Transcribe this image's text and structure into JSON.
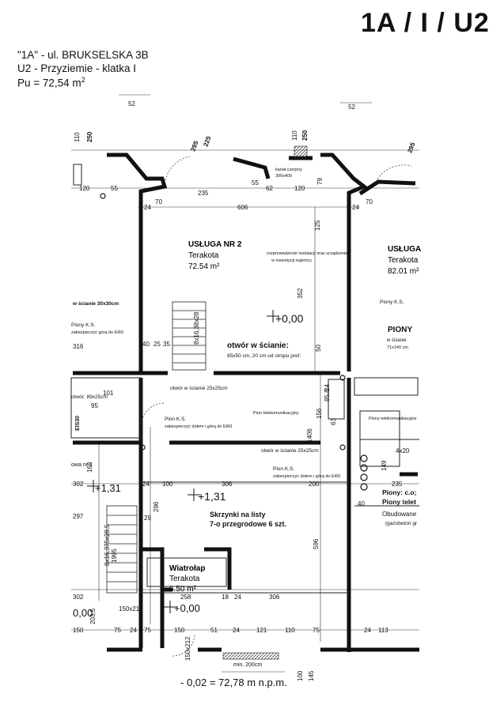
{
  "header": {
    "code": "1A / I / U2",
    "address": "\"1A\" - ul. BRUKSELSKA 3B",
    "level": "U2 - Przyziemie - klatka I",
    "area_prefix": "Pu = 72,54 m",
    "area_sup": "2"
  },
  "rooms": {
    "main_name": "USŁUGA NR 2",
    "main_floor": "Terakota",
    "main_area": "72.54 m²",
    "right_name": "USŁUGA",
    "right_floor": "Terakota",
    "right_area": "82.01 m²",
    "vest_name": "Wiatrołap",
    "vest_floor": "Terakota",
    "vest_area": "6.50 m²"
  },
  "labels": {
    "stairs": "8x16,38x28",
    "stairs2": "8x16,375x28,5",
    "lvl_main": "+0,00",
    "lvl_hall": "+1,31",
    "lvl_hall_left": "+1,31",
    "lvl_vest": "+0,00",
    "lvl_left_bottom": "0,00",
    "lvl_entry": "- 0,02 = 72,78 m n.p.m.",
    "opening_wall": "otwór w ścianie:",
    "opening_wall_sub": "85x50 cm, 20 cm od stropu pref.",
    "opening_small": "otwór w ścianie 25x25cm",
    "opening_small2": "otwór w ścianie 25x25cm",
    "mailboxes": "Skrzynki na listy",
    "mailboxes_sub": "7-o przegrodowe 6 szt.",
    "piony": "PIONY",
    "piony_ks": "Piony K.S.",
    "pion_ks": "Pion K.S.",
    "pion_ks_sub": "zabezpieczyć dołem i górą do EI60",
    "pion_ks2": "Pion K.S.",
    "pion_ks2_sub": "zabezpieczyć dołem i górą do EI60",
    "piony_tele_r": "Piony: c.o;",
    "piony_tele_r2": "Piony telet",
    "obudowane": "Obudowane",
    "obudowane_sub": "(gazobeton gr",
    "kanal": "kanał czerpny",
    "kanal_sub": "300x400",
    "left_opening": "w ścianie 30x30cm",
    "left_ks": "Piony K.S.",
    "left_ei": "zabezpieczyć górą do EI60",
    "left_89": "otwór: 89x25cm",
    "left_eis": "EIS30",
    "left_nr1": "owa nr 1",
    "min_width": "min. 200cm",
    "pion_tele": "Pion telekomunikacyjny",
    "piony_tele": "Piony telekomunikacyjne",
    "right_opening": "w ścianie",
    "right_opening_sub": "71x140 cm",
    "note1": "rozprowadzenie instalacji oraz urządzenia",
    "note2": "w inwestycji najemcy"
  },
  "dims": {
    "d52a": "52",
    "d52b": "52",
    "d110a": "110",
    "d250a": "250",
    "d295a": "295",
    "d225": "225",
    "d110b": "110",
    "d250b": "250",
    "d295b": "295",
    "d120a": "120",
    "d55a": "55",
    "d235a": "235",
    "d55b": "55",
    "d62": "62",
    "d120b": "120",
    "d79": "79",
    "d24a": "24",
    "d70a": "70",
    "d606": "606",
    "d24b": "24",
    "d70b": "70",
    "d125": "125",
    "d352": "352",
    "d50": "50",
    "d40": "40",
    "d25": "25",
    "d35": "35",
    "d316": "316",
    "d101": "101",
    "d95": "95",
    "d24c": "24",
    "d858": "85,8",
    "d1406": "1406",
    "d156": "156",
    "d63": "63",
    "d168": "168",
    "d302a": "302",
    "d24d": "24",
    "d100": "100",
    "d306a": "306",
    "d200": "200",
    "d149": "149",
    "d235b": "235",
    "d297": "297",
    "d296": "296",
    "d29": "29",
    "d1995": "1995",
    "d596": "596",
    "d258": "258",
    "d18": "18",
    "d24e": "24",
    "d306b": "306",
    "d302b": "302",
    "d2035": "203,5",
    "d150x212a": "150x212",
    "d150a": "150",
    "d75a": "75",
    "d24f": "24",
    "d75b": "75",
    "d150b": "150",
    "d51": "51",
    "d24g": "24",
    "d121": "121",
    "d110c": "110",
    "d75c": "75",
    "d24h": "24",
    "d113": "113",
    "d150x212b": "150x212",
    "d100b": "100",
    "d145": "145",
    "d40b": "40",
    "d4x20": "4x20"
  }
}
